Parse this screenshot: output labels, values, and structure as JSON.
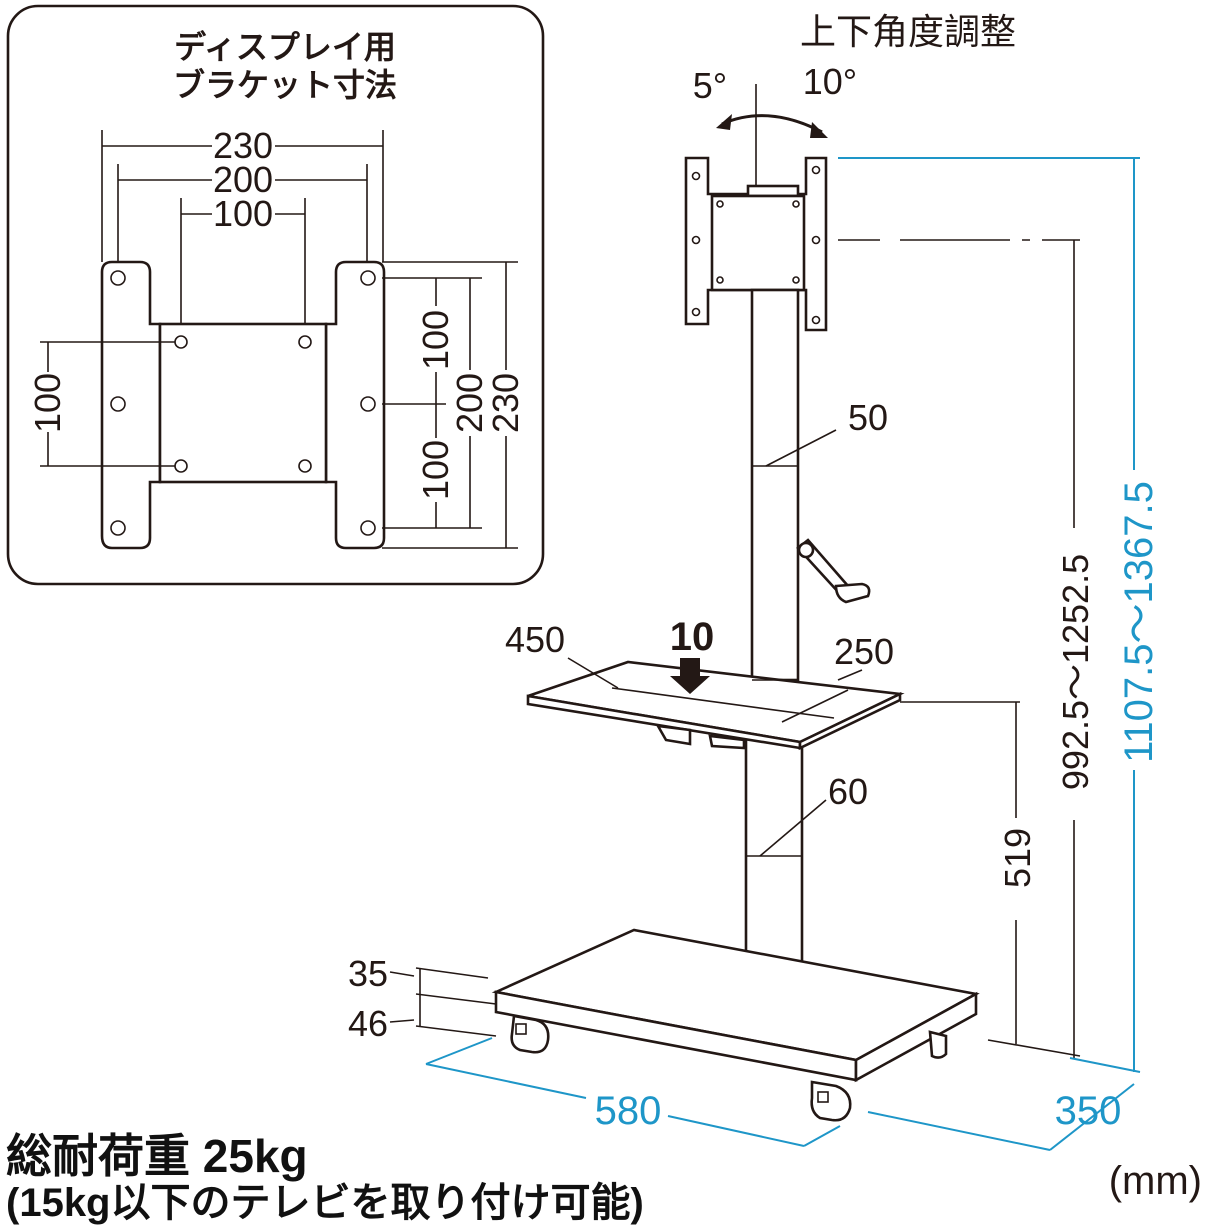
{
  "inset": {
    "title_line1": "ディスプレイ用",
    "title_line2": "ブラケット寸法",
    "widths": [
      "230",
      "200",
      "100"
    ],
    "left_height": "100",
    "right_heights": [
      "100",
      "100",
      "200",
      "230"
    ]
  },
  "tilt": {
    "label": "上下角度調整",
    "forward": "5°",
    "backward": "10°"
  },
  "dimensions": {
    "pole_upper": "50",
    "pole_lower": "60",
    "shelf_width": "450",
    "shelf_load": "10",
    "shelf_depth": "250",
    "shelf_height": "519",
    "bracket_center": "992.5～1252.5",
    "total_height": "1107.5～1367.5",
    "base_thickness": "35",
    "caster_height": "46",
    "base_width": "580",
    "base_depth": "350"
  },
  "colors": {
    "line": "#231815",
    "accent": "#1e96c8"
  },
  "footer": {
    "load": "総耐荷重 25kg",
    "tv": "(15kg以下のテレビを取り付け可能)",
    "unit": "(mm)"
  }
}
